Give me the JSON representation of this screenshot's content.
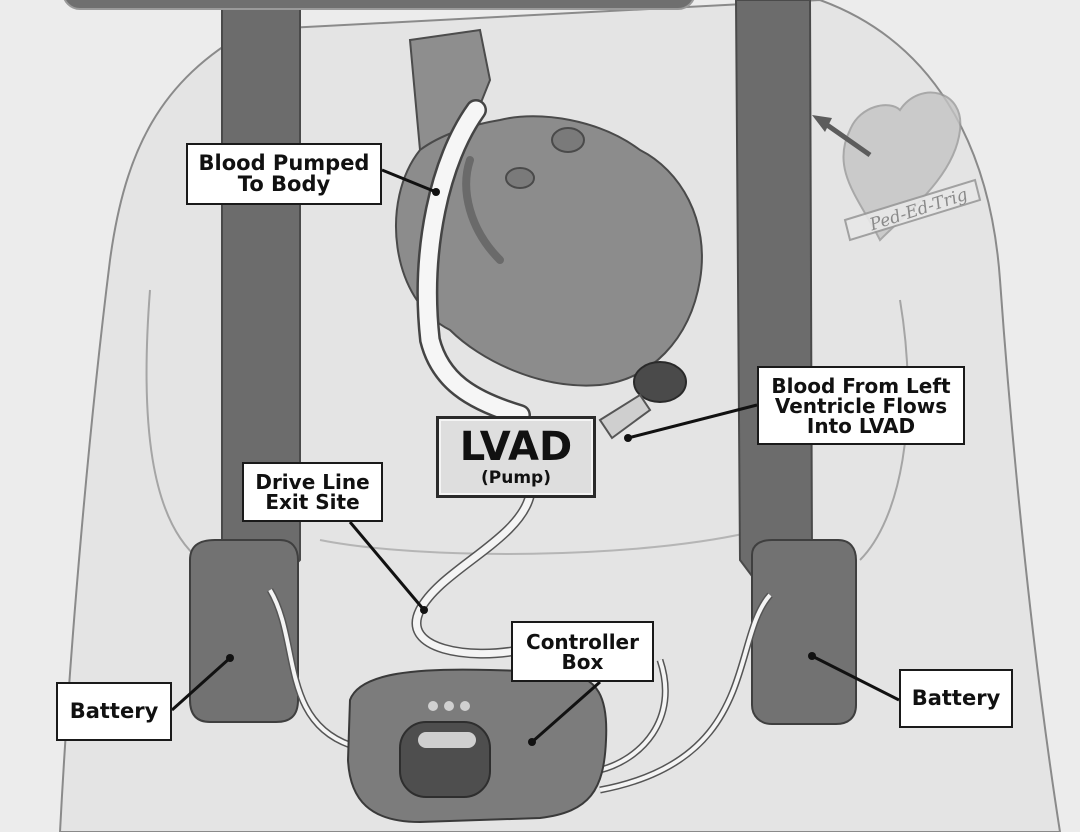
{
  "labels": {
    "pumped_to_body": [
      "Blood Pumped",
      "To Body"
    ],
    "flow_into_lvad": [
      "Blood From Left",
      "Ventricle Flows",
      "Into LVAD"
    ],
    "drive_line": [
      "Drive Line",
      "Exit Site"
    ],
    "controller": [
      "Controller",
      "Box"
    ],
    "battery_left": "Battery",
    "battery_right": "Battery"
  },
  "lvad": {
    "title": "LVAD",
    "subtitle": "(Pump)"
  },
  "watermark": "Ped-Ed-Trig",
  "colors": {
    "background": "#efefef",
    "skin": "#e6e6e6",
    "straps": "#6e6e6e",
    "heart": "#8f8f8f",
    "tube": "#f6f6f6",
    "outline": "#2a2a2a"
  }
}
